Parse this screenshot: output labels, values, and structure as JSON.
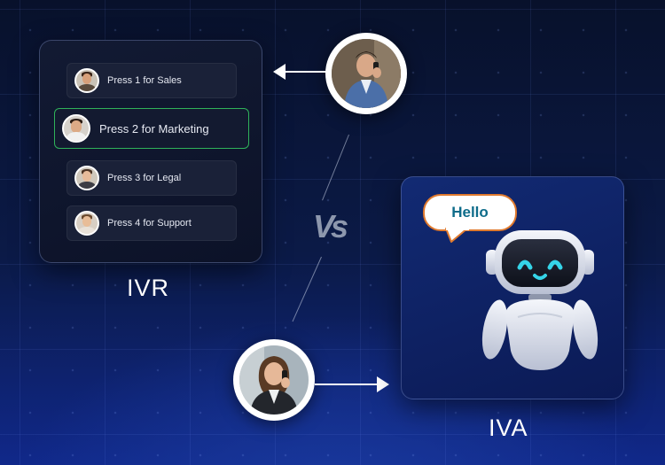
{
  "ivr": {
    "label": "IVR",
    "menu": [
      {
        "label": "Press 1 for Sales",
        "active": false
      },
      {
        "label": "Press 2 for Marketing",
        "active": true
      },
      {
        "label": "Press 3 for Legal",
        "active": false
      },
      {
        "label": "Press 4 for Support",
        "active": false
      }
    ]
  },
  "versus": "Vs",
  "iva": {
    "label": "IVA",
    "bubble_text": "Hello"
  },
  "colors": {
    "active_border": "#2fb25a",
    "bubble_border": "#e07a2e",
    "bubble_text": "#0e6c8a",
    "robot_eyes": "#35d4e8"
  },
  "icons": {
    "arrow_left": "arrow-left-icon",
    "arrow_right": "arrow-right-icon",
    "robot": "robot-icon"
  }
}
